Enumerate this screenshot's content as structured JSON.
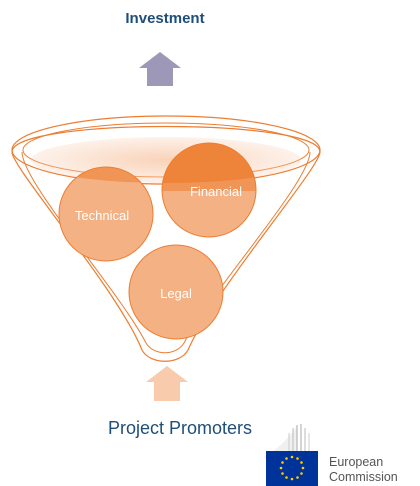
{
  "diagram": {
    "top_label": "Investment",
    "bottom_label": "Project Promoters",
    "circles": {
      "technical": "Technical",
      "financial": "Financial",
      "legal": "Legal"
    }
  },
  "logo": {
    "line1": "European",
    "line2": "Commission"
  },
  "colors": {
    "label_blue": "#1f4e79",
    "circle_orange": "#f4b183",
    "circle_orange_dark": "#ed7d31",
    "funnel_stroke": "#ed7d31",
    "arrow_top": "#9d98b8",
    "arrow_bottom": "#f8cbad"
  },
  "icons": {
    "up_arrow_top": "up-arrow-icon",
    "up_arrow_bottom": "up-arrow-icon",
    "logo": "eu-flag-icon"
  }
}
